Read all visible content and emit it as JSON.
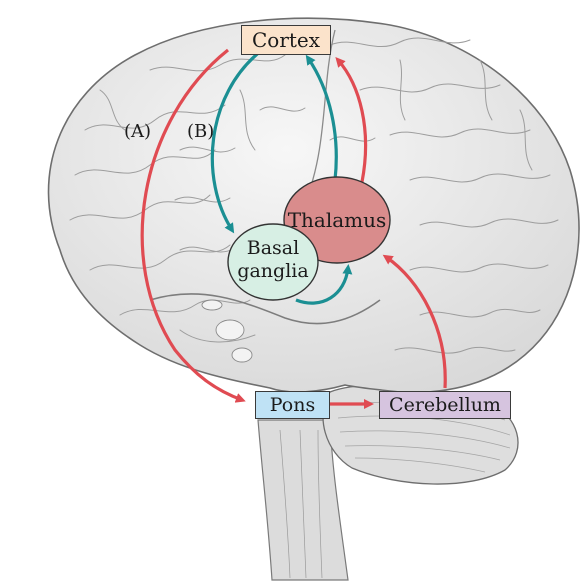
{
  "labels": {
    "cortex": "Cortex",
    "pons": "Pons",
    "cerebellum": "Cerebellum",
    "thalamus": "Thalamus",
    "basal_ganglia_line1": "Basal",
    "basal_ganglia_line2": "ganglia",
    "pathway_a": "(A)",
    "pathway_b": "(B)"
  },
  "colors": {
    "cortex_box": "#fbe3cb",
    "pons_box": "#bfe2f5",
    "cerebellum_box": "#d6c4df",
    "thalamus_fill": "#d98c8c",
    "basal_ganglia_fill": "#d7efe4",
    "pathway_a_arrow": "#e04b52",
    "pathway_b_arrow": "#1b8f93",
    "brain_fill": "#e9e9e9",
    "brain_outline": "#6e6e6e"
  }
}
